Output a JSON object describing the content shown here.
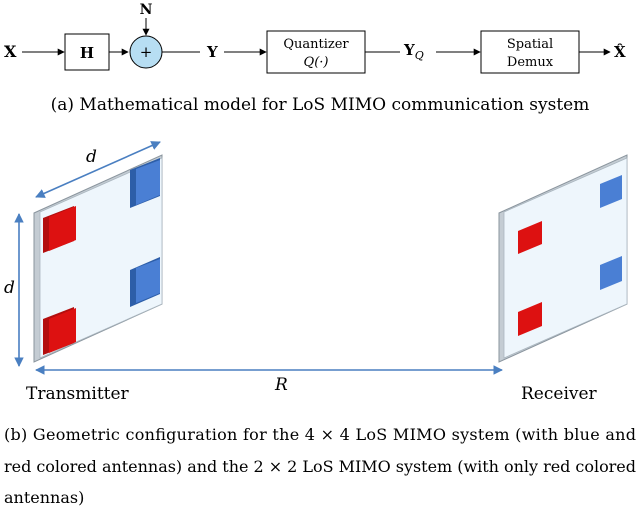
{
  "block_diagram": {
    "input": "X",
    "channel": "H",
    "noise": "N",
    "adder": "+",
    "output_y": "Y",
    "quantizer_line1": "Quantizer",
    "quantizer_line2": "Q(·)",
    "output_yq_main": "Y",
    "output_yq_sub": "Q",
    "demux_line1": "Spatial",
    "demux_line2": "Demux",
    "estimate": "X̂"
  },
  "caption_a": "(a) Mathematical model for LoS MIMO communication system",
  "geometry": {
    "width_label": "d",
    "height_label": "d",
    "distance_label": "R",
    "transmitter": "Transmitter",
    "receiver": "Receiver",
    "colors": {
      "red_antenna": "#dd1111",
      "blue_antenna": "#4a7fd4",
      "panel_fill": "#eef6fc",
      "panel_frame": "#b9c4cc",
      "arrow": "#4a7fc1"
    }
  },
  "caption_b": {
    "line1": "(b) Geometric configuration for the 4 × 4 LoS MIMO system (with blue and",
    "line2": "red colored antennas) and the 2 × 2 LoS MIMO system (with only red colored",
    "line3": "antennas)"
  }
}
